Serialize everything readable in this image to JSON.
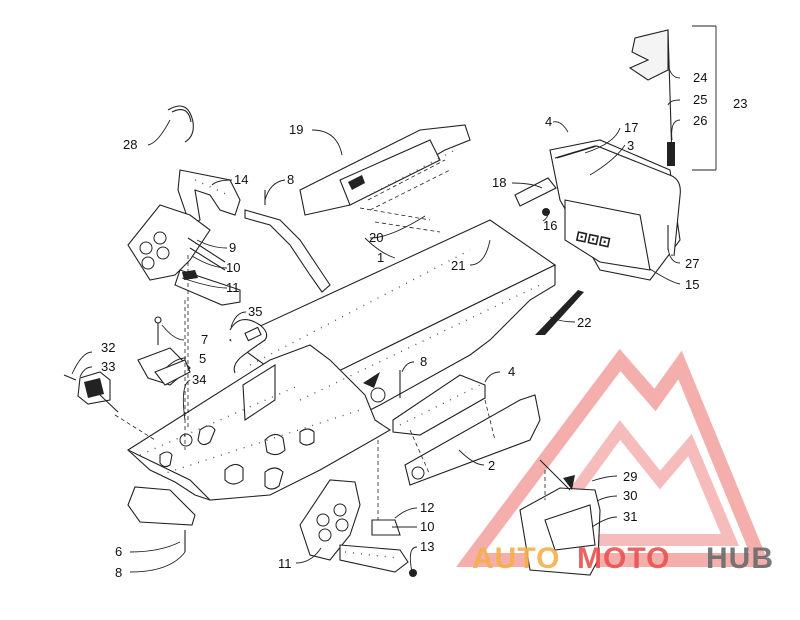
{
  "callouts": {
    "c1": "1",
    "c2": "2",
    "c3": "3",
    "c4a": "4",
    "c4b": "4",
    "c5": "5",
    "c6": "6",
    "c7": "7",
    "c8a": "8",
    "c8b": "8",
    "c8c": "8",
    "c9": "9",
    "c10a": "10",
    "c10b": "10",
    "c11a": "11",
    "c11b": "11",
    "c12": "12",
    "c13": "13",
    "c14": "14",
    "c15": "15",
    "c16": "16",
    "c17": "17",
    "c18": "18",
    "c19": "19",
    "c20": "20",
    "c21": "21",
    "c22": "22",
    "c23": "23",
    "c24": "24",
    "c25": "25",
    "c26": "26",
    "c27": "27",
    "c28": "28",
    "c29": "29",
    "c30": "30",
    "c31": "31",
    "c32": "32",
    "c33": "33",
    "c34": "34",
    "c35": "35"
  },
  "watermark": {
    "auto": "AUTO",
    "moto": "MOTO",
    "hub": "HUB",
    "color_red": "#e8534f",
    "color_orange": "#f5b04a",
    "color_gray": "#6b6b6b"
  },
  "colors": {
    "line": "#222222",
    "background": "#ffffff"
  }
}
